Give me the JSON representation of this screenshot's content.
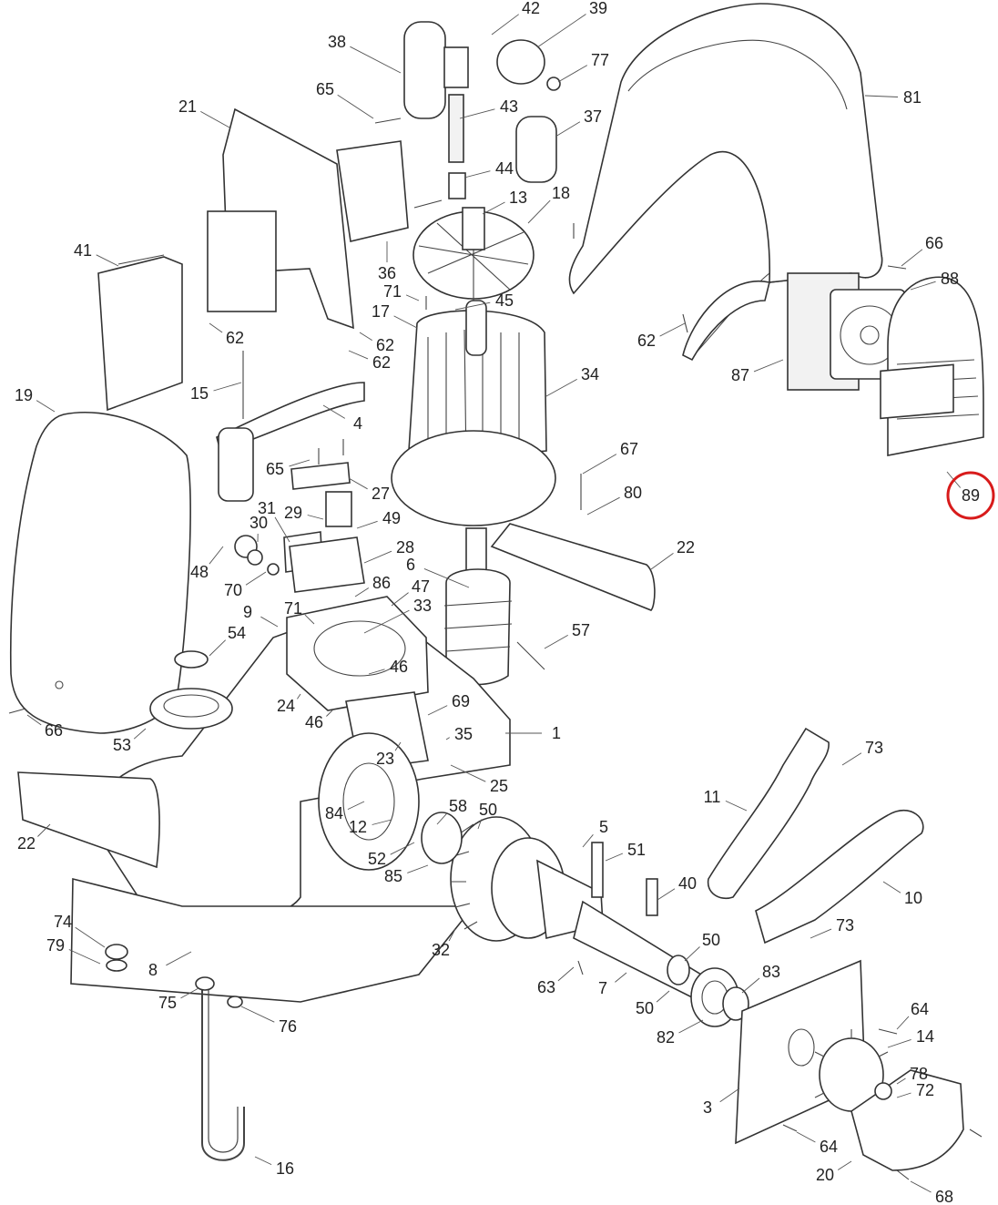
{
  "diagram": {
    "highlight_color": "#d81b1b",
    "highlighted_label": "89",
    "labels": [
      "42",
      "39",
      "38",
      "77",
      "65",
      "43",
      "37",
      "81",
      "21",
      "44",
      "13",
      "18",
      "36",
      "41",
      "62",
      "66",
      "88",
      "71",
      "45",
      "17",
      "62",
      "62",
      "62",
      "87",
      "15",
      "34",
      "19",
      "4",
      "65",
      "67",
      "27",
      "80",
      "31",
      "29",
      "30",
      "49",
      "89",
      "48",
      "28",
      "6",
      "22",
      "70",
      "86",
      "47",
      "9",
      "33",
      "71",
      "57",
      "54",
      "46",
      "24",
      "69",
      "46",
      "35",
      "1",
      "66",
      "53",
      "23",
      "73",
      "25",
      "84",
      "58",
      "50",
      "11",
      "12",
      "5",
      "51",
      "22",
      "52",
      "85",
      "40",
      "10",
      "74",
      "79",
      "8",
      "32",
      "73",
      "50",
      "83",
      "63",
      "7",
      "75",
      "76",
      "50",
      "82",
      "64",
      "14",
      "3",
      "78",
      "72",
      "16",
      "64",
      "20",
      "68"
    ]
  }
}
